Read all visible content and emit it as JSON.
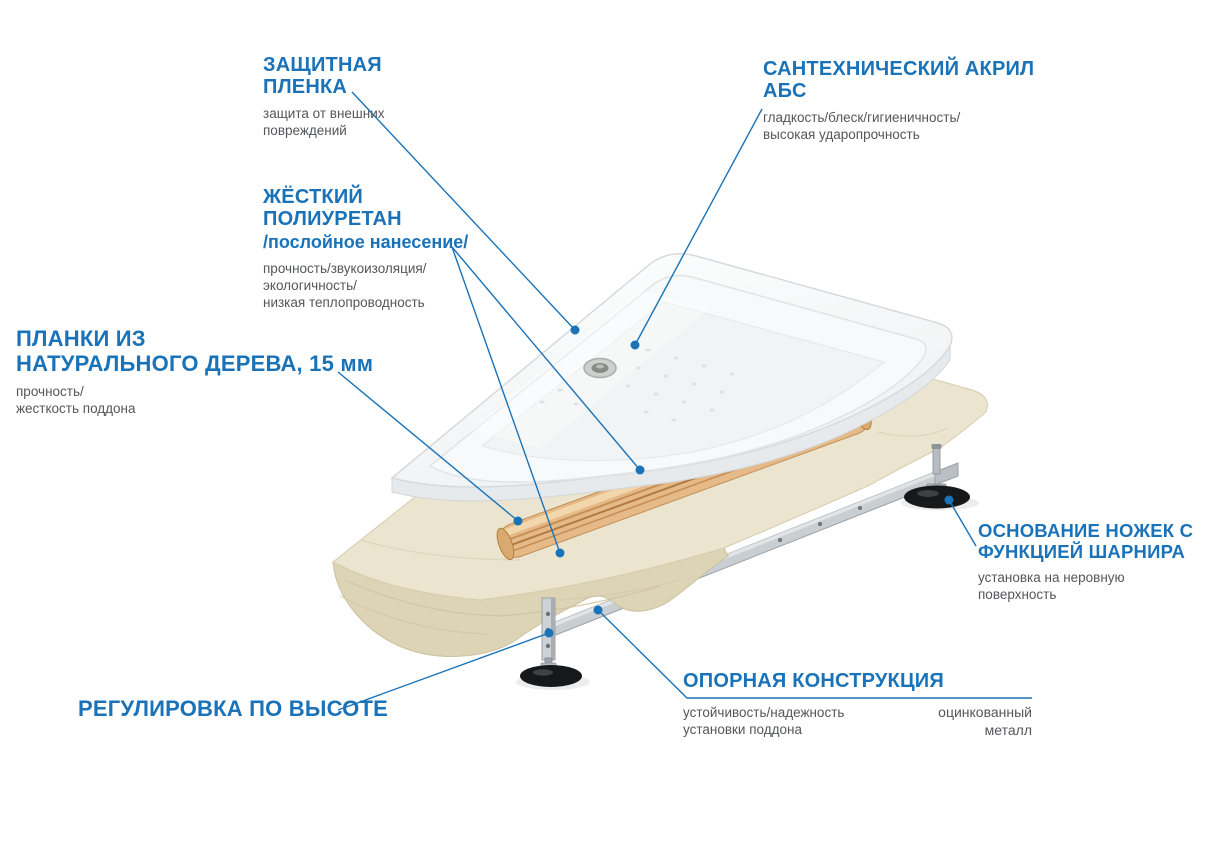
{
  "colors": {
    "accent_blue": "#1a73b8",
    "text_gray": "#55565a",
    "foam_beige": "#ebe5d0",
    "foam_shadow": "#ddd4b6",
    "wood": "#e6ba88",
    "metal": "#c9ced2",
    "foot_black": "#17181a",
    "tray_white": "#ffffff"
  },
  "labels": {
    "protective_film": {
      "title": "ЗАЩИТНАЯ\nПЛЕНКА",
      "desc": "защита от внешних\nповреждений"
    },
    "sanitary_acrylic": {
      "title": "САНТЕХНИЧЕСКИЙ АКРИЛ\nАБС",
      "desc": "гладкость/блеск/гигиеничность/\nвысокая ударопрочность"
    },
    "rigid_polyurethane": {
      "title": "ЖЁСТКИЙ\nПОЛИУРЕТАН",
      "subtitle": "/послойное нанесение/",
      "desc": "прочность/звукоизоляция/\nэкологичность/\nнизкая теплопроводность"
    },
    "wood_planks": {
      "title": "ПЛАНКИ ИЗ\nНАТУРАЛЬНОГО ДЕРЕВА, 15 мм",
      "desc": "прочность/\nжесткость поддона"
    },
    "leg_hinge_base": {
      "title": "ОСНОВАНИЕ НОЖЕК С\nФУНКЦИЕЙ ШАРНИРА",
      "desc": "установка на неровную\nповерхность"
    },
    "height_adjustment": {
      "title": "РЕГУЛИРОВКА ПО ВЫСОТЕ"
    },
    "support_frame": {
      "title": "ОПОРНАЯ КОНСТРУКЦИЯ",
      "desc": "устойчивость/надежность\nустановки поддона",
      "material_note": "оцинкованный\nметалл"
    }
  }
}
